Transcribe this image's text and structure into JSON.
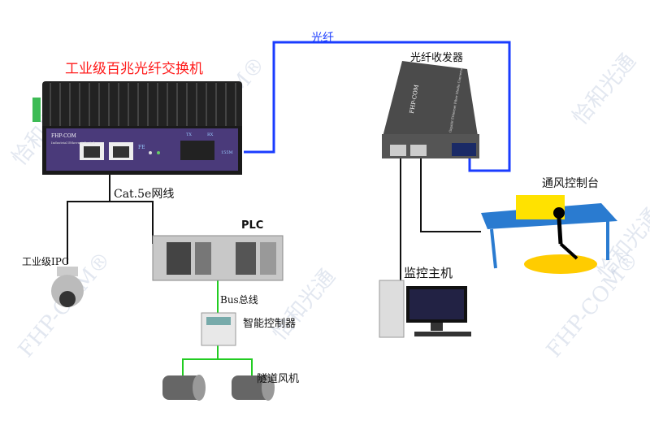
{
  "title": "工业级百兆光纤交换机",
  "labels": {
    "fiber": "光纤",
    "converter": "光纤收发器",
    "cat5e": "Cat.5e网线",
    "plc": "PLC",
    "ipc": "工业级IPC",
    "bus": "Bus总线",
    "controller": "智能控制器",
    "fan": "隧道风机",
    "monitor_host": "监控主机",
    "console": "通风控制台"
  },
  "device_text": {
    "switch_brand": "FHP-COM",
    "switch_model": "Industrial Ethernet Switch",
    "switch_fe": "FE",
    "switch_tx": "TX",
    "switch_rx": "RX",
    "switch_speed": "155M",
    "converter_brand": "FHP-COM",
    "converter_desc": "Gigabit Ethernet Fiber Media Converter"
  },
  "watermarks": [
    "恰和光通",
    "FHP-COM®"
  ],
  "colors": {
    "fiber": "#1a3cff",
    "cable": "#111111",
    "bus": "#22cc22",
    "title": "#ff1a1a"
  }
}
